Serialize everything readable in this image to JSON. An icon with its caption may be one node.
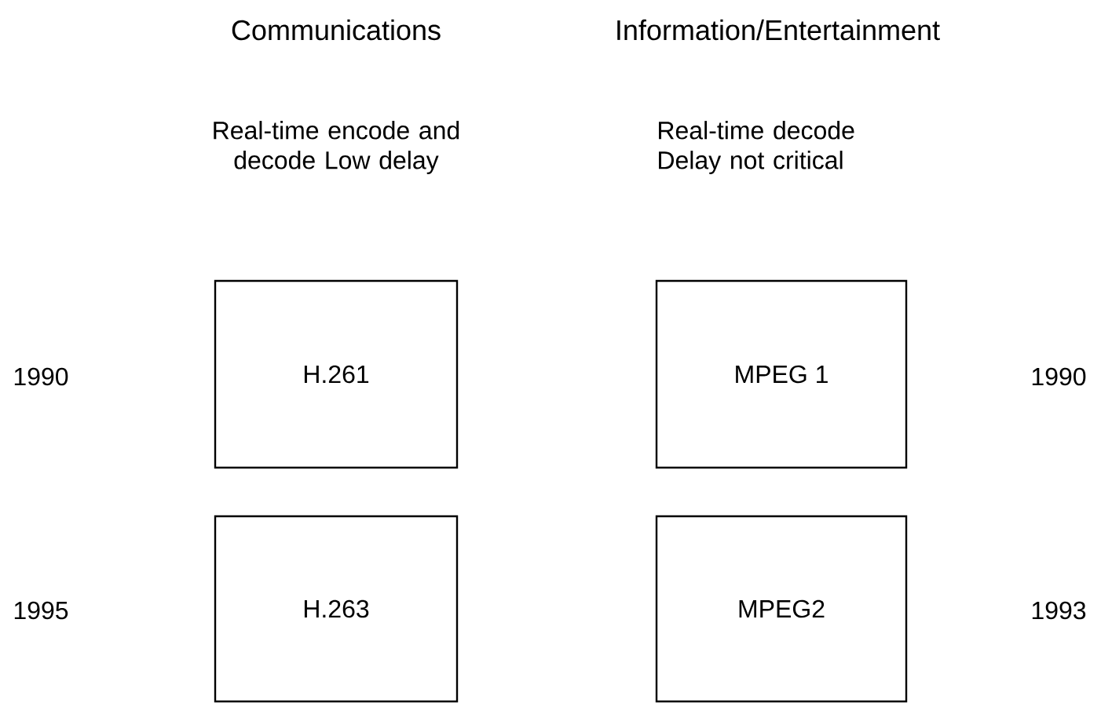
{
  "diagram": {
    "nodes": [
      {
        "text": [
          "H.261"
        ]
      },
      {
        "text": [
          "H.263"
        ]
      },
      {
        "text": [
          "MPEG 1"
        ]
      },
      {
        "text": [
          "MPEG2"
        ]
      }
    ],
    "labels": [
      "Communications",
      "Information/Entertainment",
      "Real-time encode and decode Low delay",
      "Real-time decode Delay not critical",
      "1990",
      "1990",
      "1995",
      "1993"
    ]
  }
}
